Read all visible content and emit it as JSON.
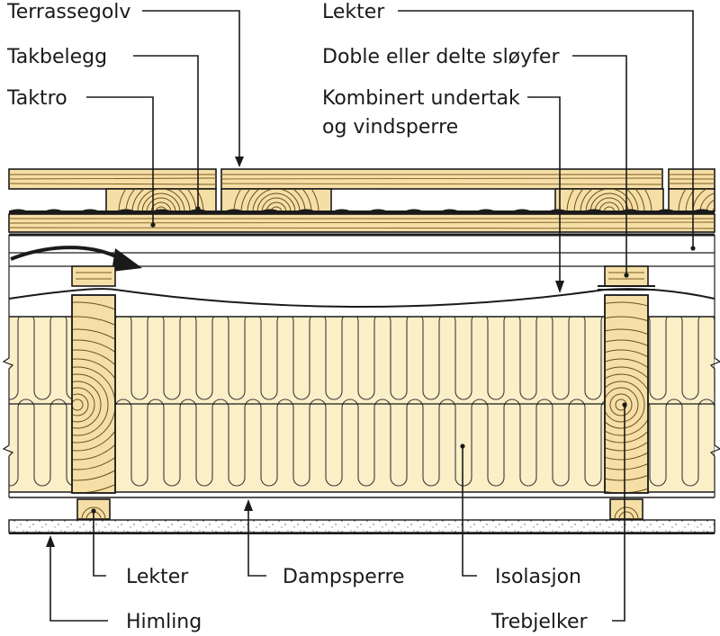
{
  "labels": {
    "terrassegolv": "Terrassegolv",
    "takbelegg": "Takbelegg",
    "taktro": "Taktro",
    "lekter_top": "Lekter",
    "sloyfer": "Doble eller delte sløyfer",
    "undertak_1": "Kombinert undertak",
    "undertak_2": "og vindsperre",
    "lekter_bottom": "Lekter",
    "dampsperre": "Dampsperre",
    "isolasjon": "Isolasjon",
    "himling": "Himling",
    "trebjelker": "Trebjelker"
  },
  "colors": {
    "wood": "#f6dfa6",
    "insulation": "#fbefc8",
    "line": "#1a1a1a"
  }
}
